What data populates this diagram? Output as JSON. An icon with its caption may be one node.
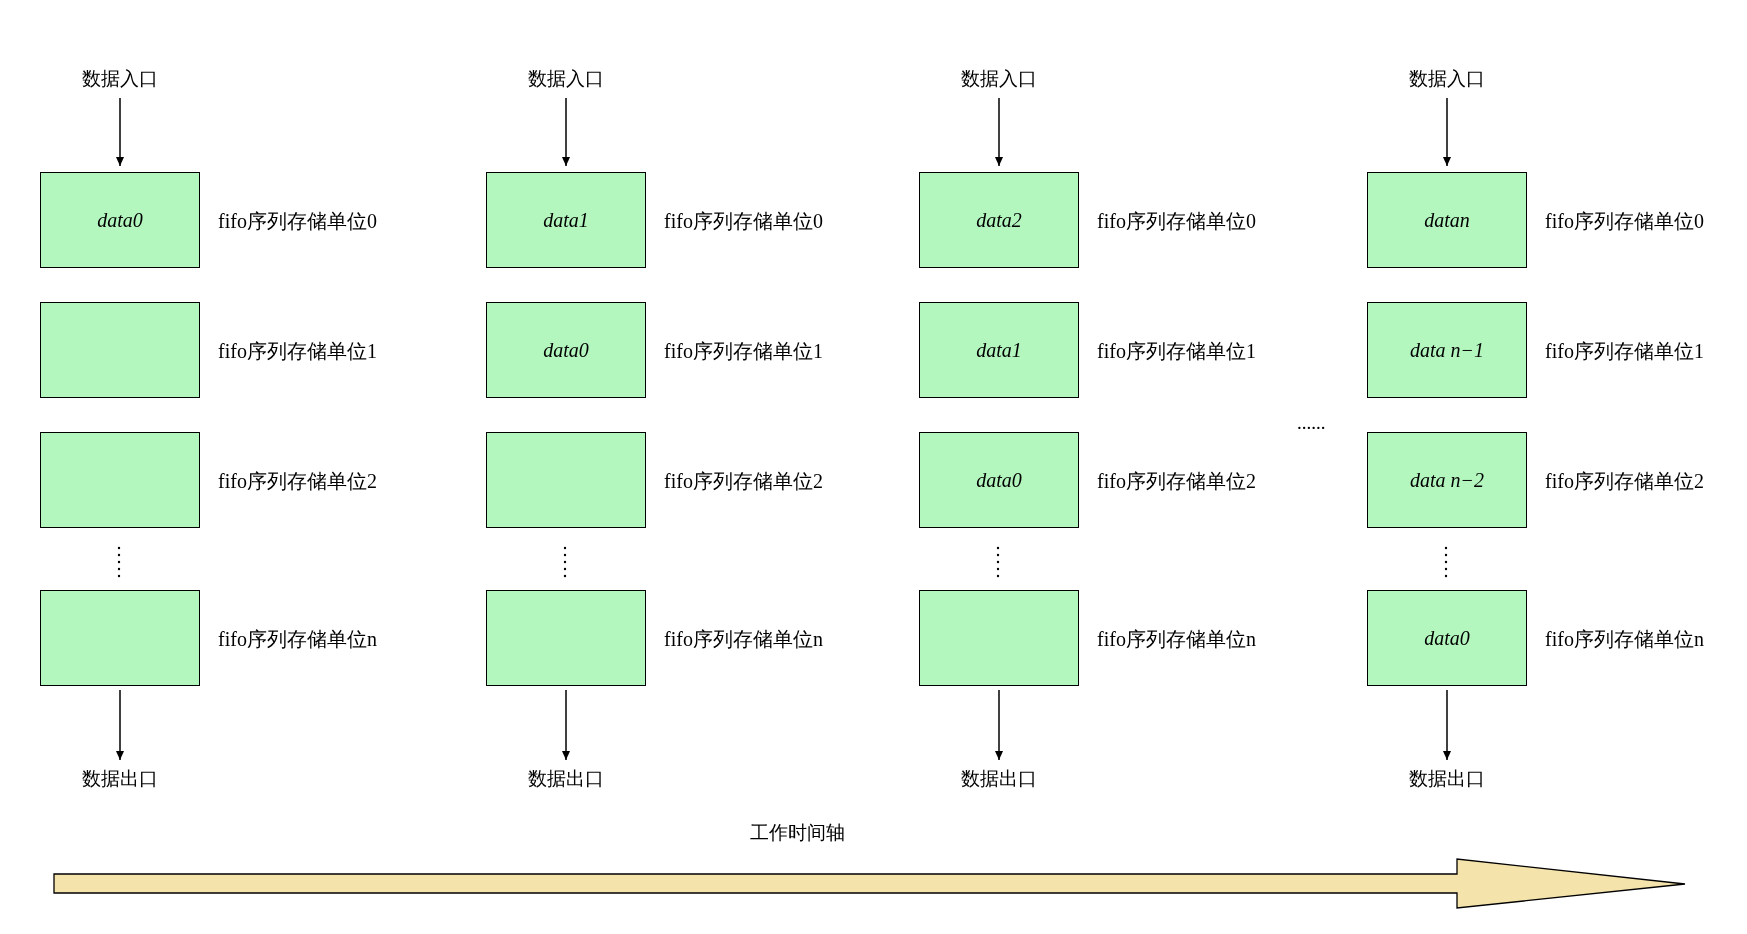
{
  "diagram": {
    "nodes": [
      {
        "text": [
          "数据入口"
        ]
      },
      {
        "text": [
          "data0"
        ],
        "beside": [
          "fifo序列存储单位0"
        ]
      },
      {
        "text": [],
        "shape": "box",
        "beside": [
          "fifo序列存储单位1"
        ]
      },
      {
        "text": [],
        "shape": "box",
        "beside": [
          "fifo序列存储单位2"
        ]
      },
      {
        "text": [],
        "shape": "box",
        "beside": [
          "fifo序列存储单位n"
        ]
      },
      {
        "text": [
          "数据出口"
        ]
      },
      {
        "text": [
          "数据入口"
        ]
      },
      {
        "text": [
          "data1"
        ],
        "beside": [
          "fifo序列存储单位0"
        ]
      },
      {
        "text": [
          "data0"
        ],
        "beside": [
          "fifo序列存储单位1"
        ]
      },
      {
        "text": [],
        "shape": "box",
        "beside": [
          "fifo序列存储单位2"
        ]
      },
      {
        "text": [],
        "shape": "box",
        "beside": [
          "fifo序列存储单位n"
        ]
      },
      {
        "text": [
          "数据出口"
        ]
      },
      {
        "text": [
          "数据入口"
        ]
      },
      {
        "text": [
          "data2"
        ],
        "beside": [
          "fifo序列存储单位0"
        ]
      },
      {
        "text": [
          "data1"
        ],
        "beside": [
          "fifo序列存储单位1"
        ]
      },
      {
        "text": [
          "data0"
        ],
        "beside": [
          "fifo序列存储单位2"
        ]
      },
      {
        "text": [],
        "shape": "box",
        "beside": [
          "fifo序列存储单位n"
        ]
      },
      {
        "text": [
          "数据出口"
        ]
      },
      {
        "text": [
          "数据入口"
        ]
      },
      {
        "text": [
          "datan"
        ],
        "beside": [
          "fifo序列存储单位0"
        ]
      },
      {
        "text": [
          "data n−1"
        ],
        "beside": [
          "fifo序列存储单位1"
        ]
      },
      {
        "text": [
          "data n−2"
        ],
        "beside": [
          "fifo序列存储单位2"
        ]
      },
      {
        "text": [
          "data0"
        ],
        "beside": [
          "fifo序列存储单位n"
        ]
      },
      {
        "text": [
          "数据出口"
        ]
      }
    ],
    "edges": [
      {
        "from": 0,
        "to": 1,
        "arrow": "to"
      },
      {
        "from": 4,
        "to": 5,
        "arrow": "to"
      },
      {
        "from": 6,
        "to": 7,
        "arrow": "to"
      },
      {
        "from": 10,
        "to": 11,
        "arrow": "to"
      },
      {
        "from": 12,
        "to": 13,
        "arrow": "to"
      },
      {
        "from": 16,
        "to": 17,
        "arrow": "to"
      },
      {
        "from": 18,
        "to": 19,
        "arrow": "to"
      },
      {
        "from": 22,
        "to": 23,
        "arrow": "to"
      }
    ],
    "labels": [
      "......",
      "工作时间轴"
    ]
  }
}
